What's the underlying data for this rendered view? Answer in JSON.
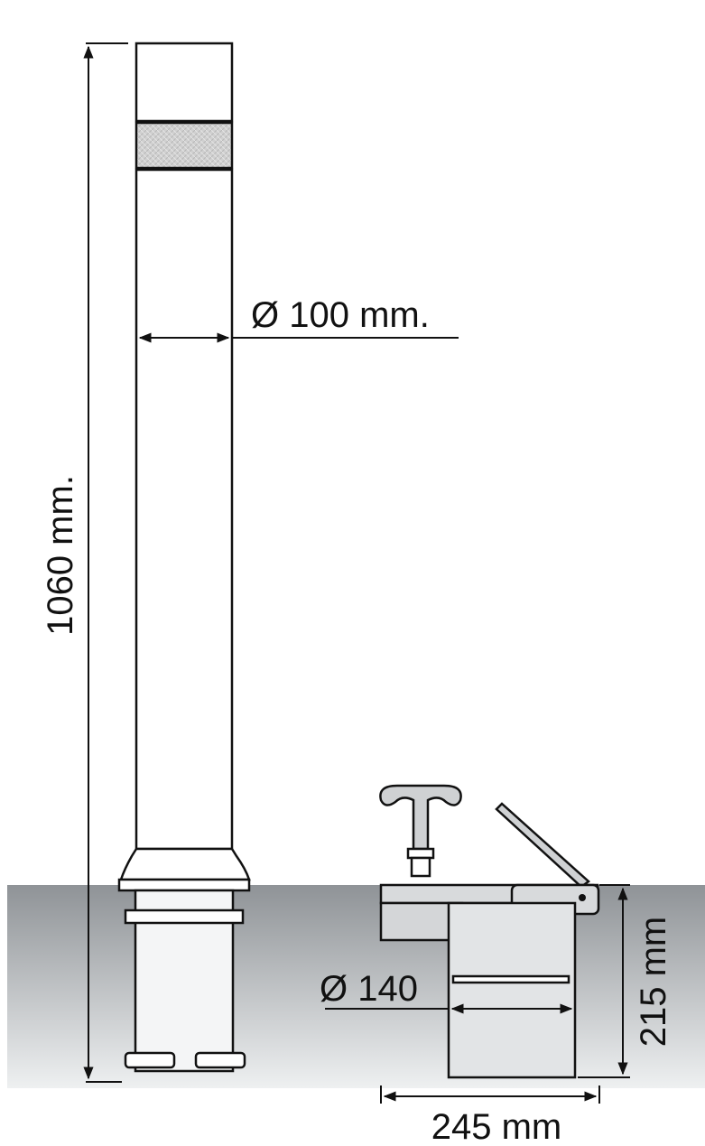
{
  "dimensions": {
    "height": "1060 mm.",
    "diameter_post": "Ø 100 mm.",
    "diameter_base": "Ø 140",
    "base_depth": "215 mm",
    "base_width": "245 mm"
  },
  "colors": {
    "line": "#111111",
    "ground_top": "#8f9397",
    "ground_bottom": "#eef0f1",
    "reflective_band": "#c8c8c8",
    "metal_part": "#cfd1d3"
  }
}
